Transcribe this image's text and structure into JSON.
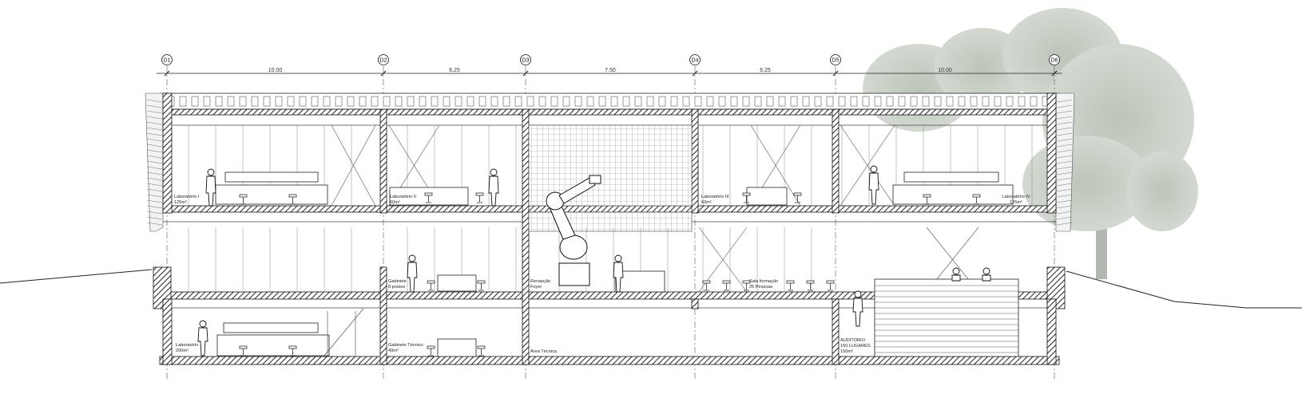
{
  "section": {
    "axes": [
      "D1",
      "D2",
      "D3",
      "D4",
      "D5",
      "D6"
    ],
    "dimensions": [
      "10.00",
      "6.25",
      "7.50",
      "6.25",
      "10.00"
    ]
  },
  "rooms": {
    "lab1": {
      "name": "Laboratório I",
      "area": "125m²"
    },
    "lab2": {
      "name": "Laboratório II",
      "area": "60m²"
    },
    "lab3": {
      "name": "Laboratório III",
      "area": "60m²"
    },
    "lab4": {
      "name": "Laboratório IV",
      "area": "125m²"
    },
    "cabinet_upper": {
      "name": "Gabinete",
      "area": "8 postos"
    },
    "reception": {
      "name": "Recepção",
      "area": "Foyer"
    },
    "training": {
      "name": "Sala formação",
      "area": "25 Pessoas"
    },
    "lab_lower": {
      "name": "Laboratório",
      "area": "200m²"
    },
    "cabinet_tech": {
      "name": "Gabinete Técnico",
      "area": "40m²"
    },
    "tech_area": {
      "name": "Área Técnica"
    },
    "auditorium": {
      "name": "AUDITÓRIO",
      "capacity": "150 LUGARES",
      "area": "150m²"
    }
  },
  "colors": {
    "line": "#1a1a1a",
    "hatch": "#333333",
    "tree": "#8fa08a",
    "glass": "#d9d9d9"
  }
}
